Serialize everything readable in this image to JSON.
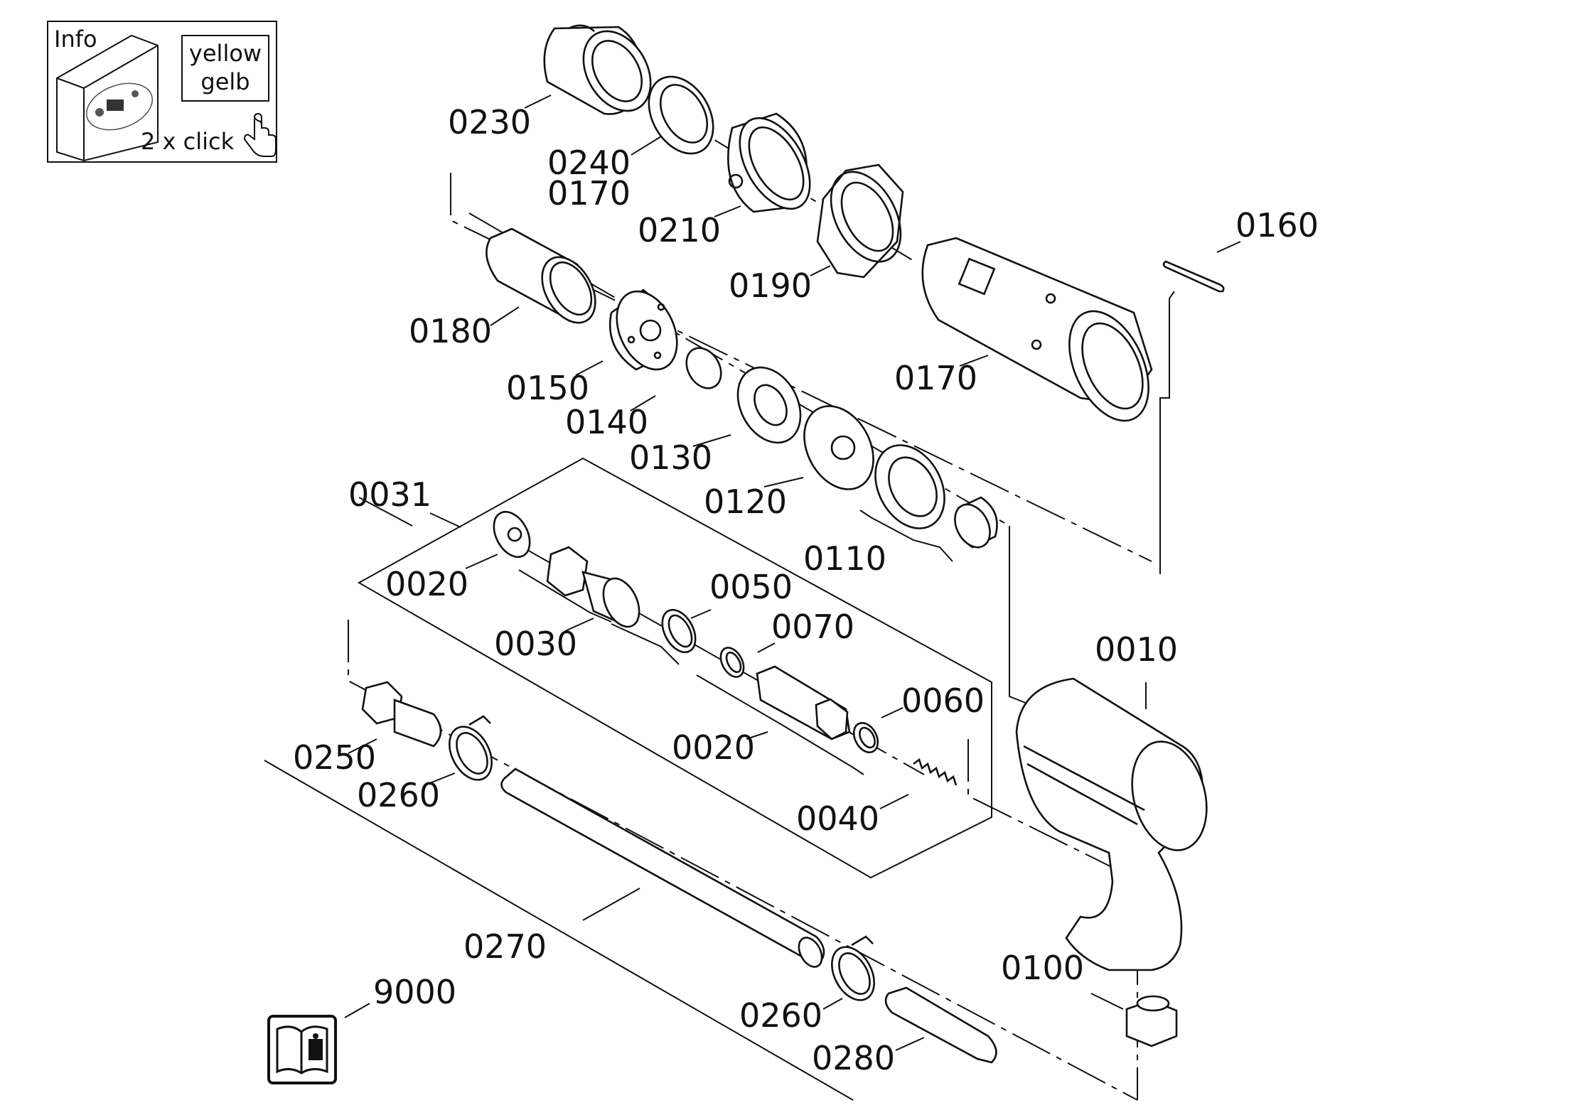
{
  "info_box": {
    "title": "Info",
    "color_en": "yellow",
    "color_de": "gelb",
    "hint": "2 x click"
  },
  "parts": {
    "p0230": "0230",
    "p0240": "0240",
    "p0170a": "0170",
    "p0210": "0210",
    "p0190": "0190",
    "p0160": "0160",
    "p0180": "0180",
    "p0150": "0150",
    "p0140": "0140",
    "p0130": "0130",
    "p0120": "0120",
    "p0170b": "0170",
    "p0110": "0110",
    "p0031": "0031",
    "p0020a": "0020",
    "p0030": "0030",
    "p0050": "0050",
    "p0070": "0070",
    "p0020b": "0020",
    "p0060": "0060",
    "p0010": "0010",
    "p0040": "0040",
    "p0250": "0250",
    "p0260a": "0260",
    "p0270": "0270",
    "p0100": "0100",
    "p0260b": "0260",
    "p0280": "0280",
    "p9000": "9000"
  },
  "icons": {
    "manual": "manual-info-icon",
    "hand": "hand-pointer-icon",
    "thumb": "catalog-thumbnail-icon"
  }
}
